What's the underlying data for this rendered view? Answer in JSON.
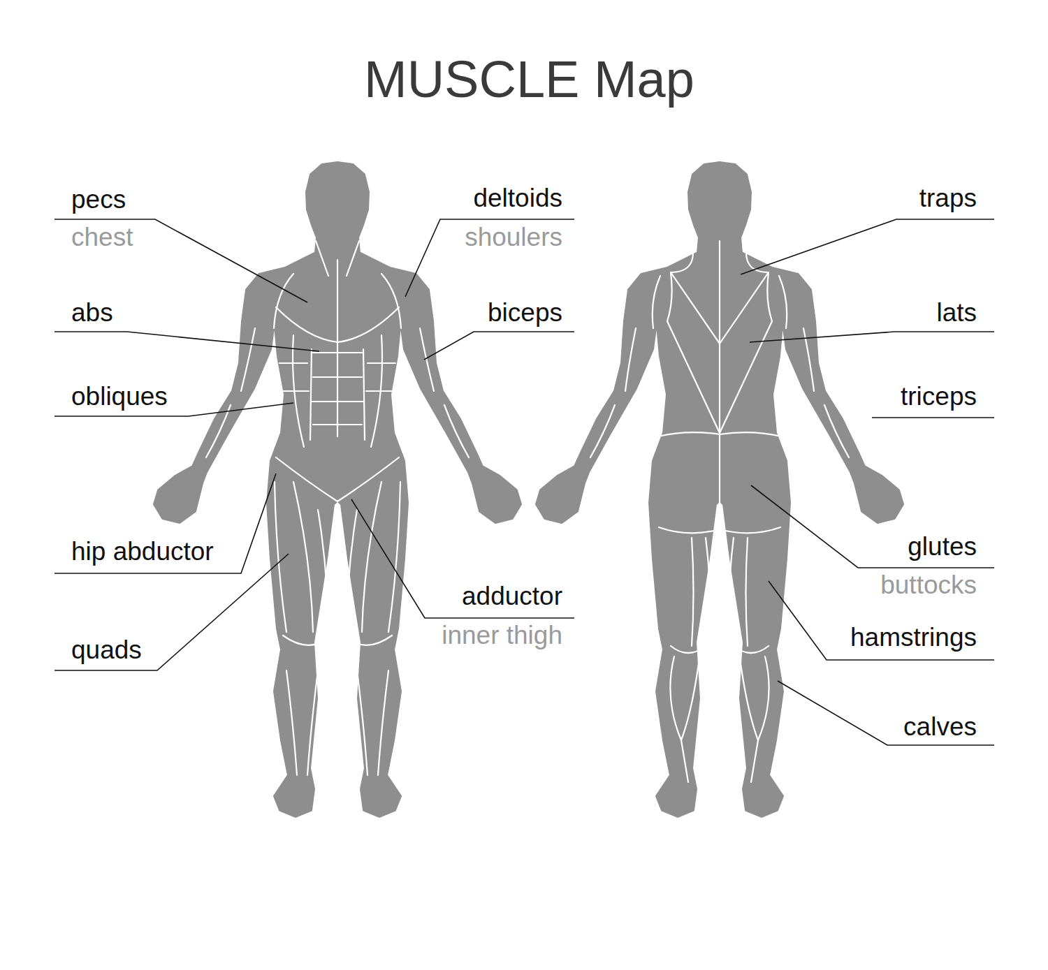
{
  "diagram": {
    "title": "MUSCLE Map",
    "labels": [
      "pecs",
      "chest",
      "deltoids",
      "shoulers",
      "traps",
      "abs",
      "biceps",
      "lats",
      "obliques",
      "triceps",
      "hip abductor",
      "glutes",
      "buttocks",
      "adductor",
      "inner thigh",
      "hamstrings",
      "quads",
      "calves"
    ]
  }
}
